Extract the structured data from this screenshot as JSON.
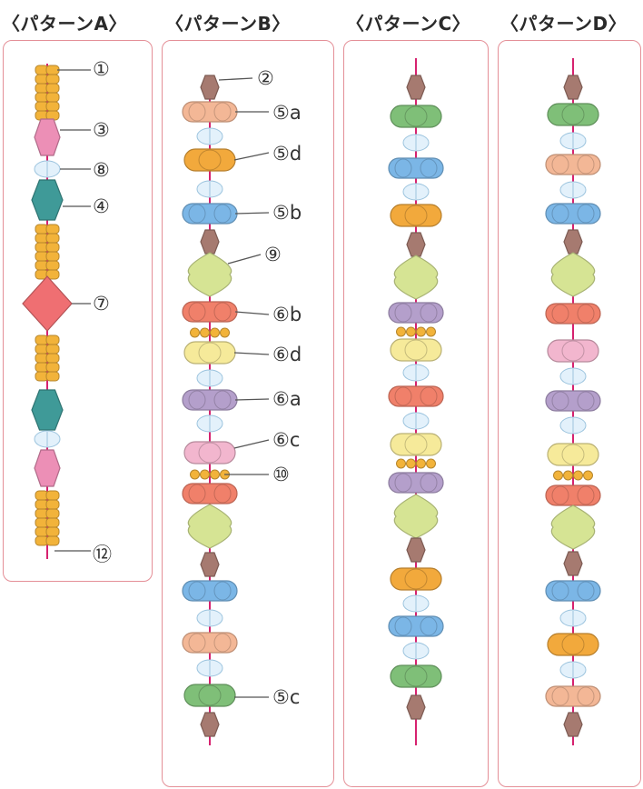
{
  "panels": {
    "a": {
      "title": "〈パターンA〉"
    },
    "b": {
      "title": "〈パターンB〉"
    },
    "c": {
      "title": "〈パターンC〉"
    },
    "d": {
      "title": "〈パターンD〉"
    }
  },
  "labels": {
    "a": [
      "①",
      "③",
      "⑧",
      "④",
      "⑦",
      "⑫"
    ],
    "b": [
      "②",
      "⑤a",
      "⑤d",
      "⑤b",
      "⑨",
      "⑥b",
      "⑥d",
      "⑥a",
      "⑥c",
      "⑩",
      "⑤c"
    ]
  },
  "colors": {
    "thread": "#d6226f",
    "panel_border": "#e48f97",
    "seed_bead": "#f2b33a",
    "teal": "#3f9a98",
    "pink_hex": "#ec8fb6",
    "red_bicone": "#ef6f72",
    "brown_bicone": "#a67a70",
    "pearl": "#e3f1fb",
    "salmon": "#f3b796",
    "orange": "#f2a93c",
    "blue": "#7bb6e6",
    "green_oval": "#7fbf78",
    "yellow_green": "#d6e494",
    "coral": "#f0806a",
    "yellow": "#f6ea9a",
    "purple": "#b49fcb",
    "pink": "#f2b6ce"
  }
}
